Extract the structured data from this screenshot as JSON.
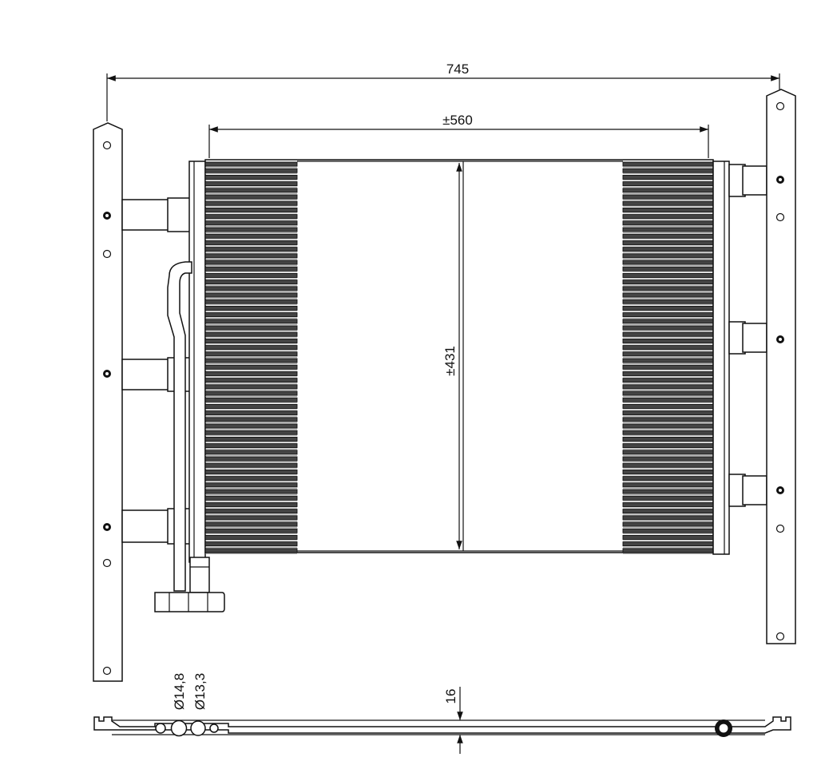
{
  "dimensions": {
    "overall_width": "745",
    "core_width": "±560",
    "core_height": "±431",
    "thickness": "16",
    "pipe_diameter_1": "Ø14,8",
    "pipe_diameter_2": "Ø13,3"
  },
  "colors": {
    "line": "#111111",
    "fin": "#444444",
    "background": "#ffffff"
  }
}
